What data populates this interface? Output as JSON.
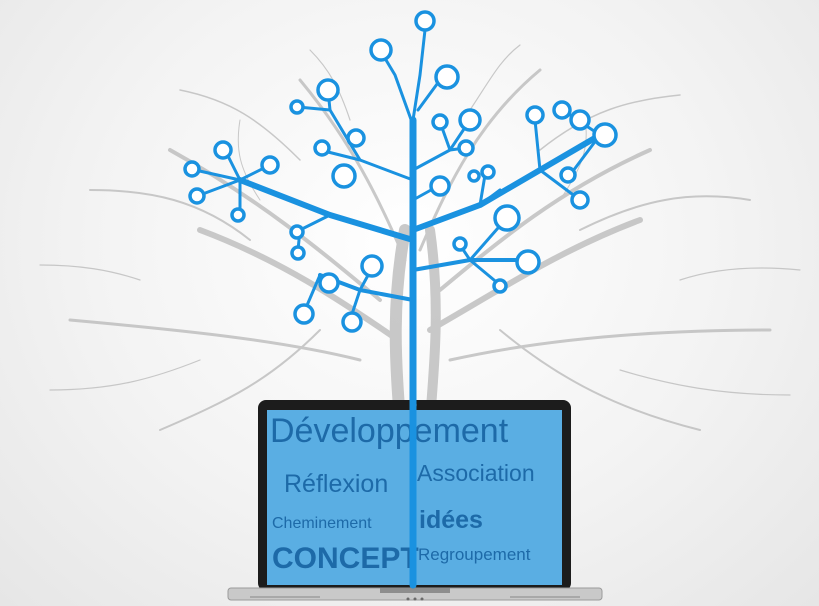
{
  "illustration": {
    "subject": "tree",
    "accent_color": "#1a92e0",
    "background_tree_color": "#b8b8b8",
    "screen_color": "#5aaee3"
  },
  "laptop": {
    "words": {
      "developpement": "Développement",
      "reflexion": "Réflexion",
      "association": "Association",
      "cheminement": "Cheminement",
      "idees": "idées",
      "concept": "CONCEPT",
      "regroupement": "Regroupement"
    }
  }
}
